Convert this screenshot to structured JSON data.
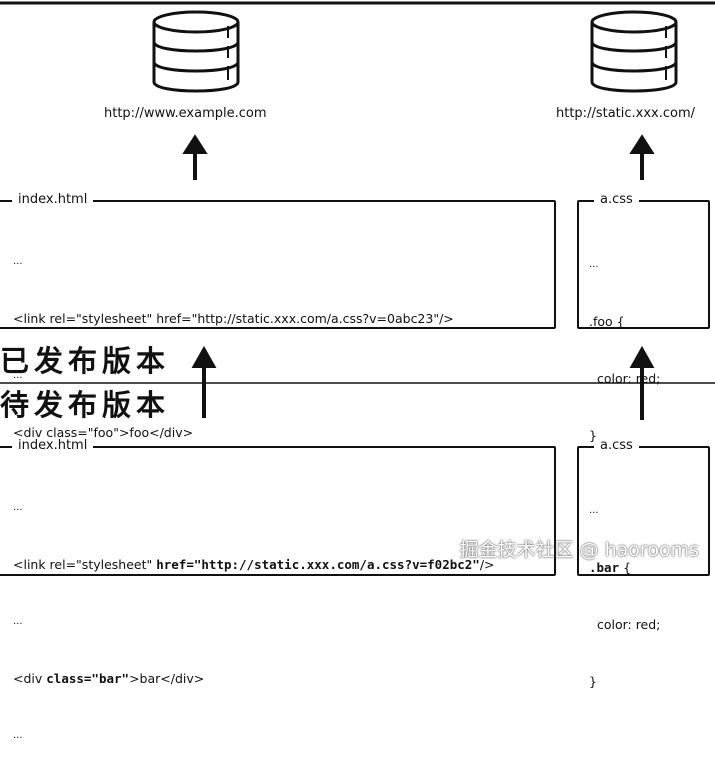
{
  "servers": {
    "main": {
      "label": "http://www.example.com",
      "icon": "database-icon"
    },
    "static": {
      "label": "http://static.xxx.com/",
      "icon": "database-icon"
    }
  },
  "published": {
    "label": "已发布版本",
    "html_box": {
      "title": "index.html",
      "lines": [
        "...",
        "<link rel=\"stylesheet\" href=\"http://static.xxx.com/a.css?v=0abc23\"/>",
        "...",
        "<div class=\"foo\">foo</div>",
        "..."
      ]
    },
    "css_box": {
      "title": "a.css",
      "lines": [
        "...",
        ".foo {",
        "  color: red;",
        "}",
        "..."
      ]
    }
  },
  "pending": {
    "label": "待发布版本",
    "html_box": {
      "title": "index.html",
      "lines": {
        "l0": "...",
        "l1a": "<link rel=\"stylesheet\" ",
        "l1b": "href=\"http://static.xxx.com/a.css?v=f02bc2\"",
        "l1c": "/>",
        "l2": "...",
        "l3a": "<div ",
        "l3b": "class=\"bar\"",
        "l3c": ">bar</div>",
        "l4": "..."
      }
    },
    "css_box": {
      "title": "a.css",
      "lines": {
        "l0": "...",
        "l1a": ".bar",
        "l1b": " {",
        "l2": "  color: red;",
        "l3": "}"
      }
    }
  },
  "watermark": "掘金技术社区 @ haorooms"
}
